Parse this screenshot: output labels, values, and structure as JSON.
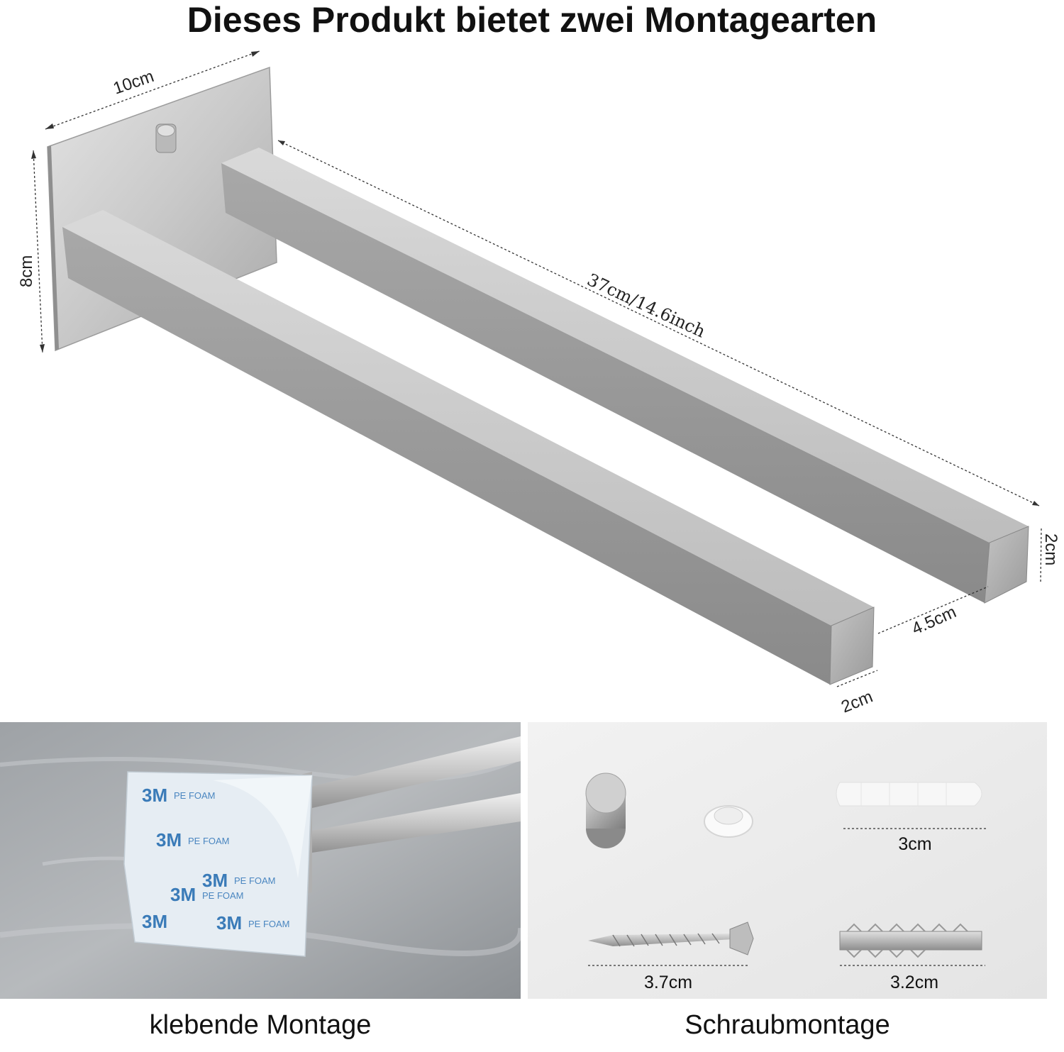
{
  "title": "Dieses Produkt bietet zwei Montagearten",
  "dimensions": {
    "plate_width": "10cm",
    "plate_height": "8cm",
    "bar_length": "37cm/14.6inch",
    "bar_spacing": "4.5cm",
    "bar_end_height": "2cm",
    "bar_end_width": "2cm"
  },
  "adhesive_panel": {
    "caption": "klebende Montage",
    "foam_brand": "3M",
    "foam_text": "PE FOAM"
  },
  "screw_panel": {
    "caption": "Schraubmontage",
    "anchor_length": "3cm",
    "screw_length": "3.7cm",
    "metal_anchor_length": "3.2cm"
  },
  "colors": {
    "steel_light": "#d6d6d6",
    "steel_mid": "#b5b5b5",
    "steel_dark": "#8e8e8e",
    "foam_blue": "#3a7bb8"
  }
}
